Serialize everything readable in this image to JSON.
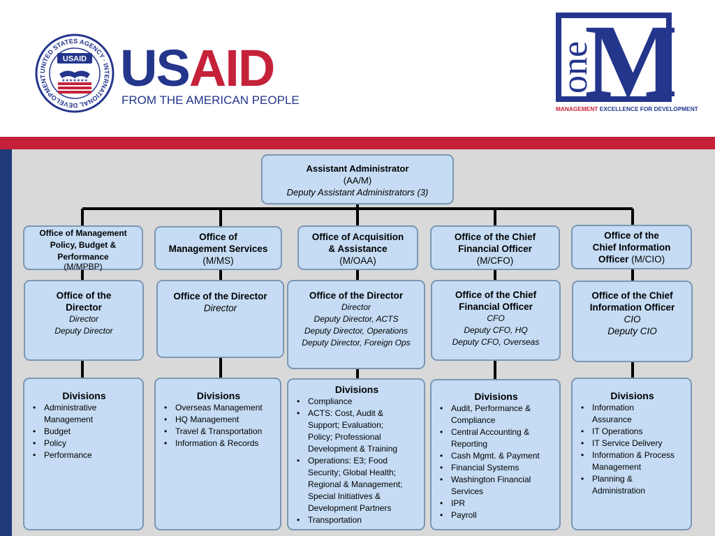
{
  "header": {
    "seal_text": "UNITED STATES AGENCY · INTERNATIONAL DEVELOPMENT ·",
    "seal_badge": "USAID",
    "wordmark_us": "US",
    "wordmark_aid": "AID",
    "wordmark_tagline": "FROM THE AMERICAN PEOPLE",
    "onem_one": "one",
    "onem_m": "M",
    "onem_tag_red": "MANAGEMENT",
    "onem_tag_blue": " EXCELLENCE FOR DEVELOPMENT"
  },
  "colors": {
    "header_bg": "#ffffff",
    "red_bar": "#c5223a",
    "blue_bar": "#1f3a78",
    "box_fill": "#c5dcf4",
    "box_border": "#7b96b4",
    "usaid_blue": "#24358c",
    "usaid_red": "#c5223a"
  },
  "top": {
    "title": "Assistant Administrator",
    "code": "(AA/M)",
    "deputies": "Deputy Assistant Administrators (3)"
  },
  "offices": [
    {
      "name_lines": [
        "Office of Management",
        "Policy, Budget &",
        "Performance"
      ],
      "code": "(M/MPBP)"
    },
    {
      "name_lines": [
        "Office of",
        "Management Services"
      ],
      "code": "(M/MS)"
    },
    {
      "name_lines": [
        "Office of Acquisition",
        "& Assistance"
      ],
      "code": "(M/OAA)"
    },
    {
      "name_lines": [
        "Office of the Chief",
        "Financial Officer"
      ],
      "code": "(M/CFO)"
    },
    {
      "name_lines": [
        "Office of the",
        "Chief Information",
        "Officer"
      ],
      "code": "(M/CIO)"
    }
  ],
  "directors": [
    {
      "title_lines": [
        "Office of the",
        "Director"
      ],
      "staff": [
        "Director",
        "Deputy Director"
      ]
    },
    {
      "title_lines": [
        "Office of the Director"
      ],
      "staff": [
        "Director"
      ]
    },
    {
      "title_lines": [
        "Office of the Director"
      ],
      "staff": [
        "Director",
        "Deputy Director, ACTS",
        "Deputy Director, Operations",
        "Deputy Director, Foreign Ops"
      ]
    },
    {
      "title_lines": [
        "Office of the Chief",
        "Financial Officer"
      ],
      "staff": [
        "CFO",
        "Deputy CFO, HQ",
        "Deputy CFO, Overseas"
      ]
    },
    {
      "title_lines": [
        "Office of the Chief",
        "Information Officer"
      ],
      "staff": [
        "CIO",
        "Deputy CIO"
      ]
    }
  ],
  "divisions": [
    {
      "heading": "Divisions",
      "items": [
        [
          "Administrative",
          "Management"
        ],
        [
          "Budget"
        ],
        [
          "Policy"
        ],
        [
          "Performance"
        ]
      ]
    },
    {
      "heading": "Divisions",
      "items": [
        [
          "Overseas Management"
        ],
        [
          "HQ Management"
        ],
        [
          "Travel & Transportation"
        ],
        [
          "Information & Records"
        ]
      ]
    },
    {
      "heading": "Divisions",
      "items": [
        [
          "Compliance"
        ],
        [
          "ACTS:  Cost, Audit &",
          "Support; Evaluation;",
          "Policy;  Professional",
          "Development & Training"
        ],
        [
          "Operations: E3; Food",
          "Security; Global Health;",
          "Regional & Management;",
          "Special Initiatives &",
          "Development Partners"
        ],
        [
          "Transportation"
        ]
      ]
    },
    {
      "heading": "Divisions",
      "items": [
        [
          "Audit, Performance &",
          "Compliance"
        ],
        [
          "Central Accounting &",
          "Reporting"
        ],
        [
          "Cash Mgmt. & Payment"
        ],
        [
          "Financial Systems"
        ],
        [
          "Washington Financial",
          "Services"
        ],
        [
          "IPR"
        ],
        [
          "Payroll"
        ]
      ]
    },
    {
      "heading": "Divisions",
      "items": [
        [
          "Information",
          "Assurance"
        ],
        [
          "IT Operations"
        ],
        [
          "IT Service Delivery"
        ],
        [
          "Information & Process",
          "Management"
        ],
        [
          "Planning &",
          "Administration"
        ]
      ]
    }
  ]
}
